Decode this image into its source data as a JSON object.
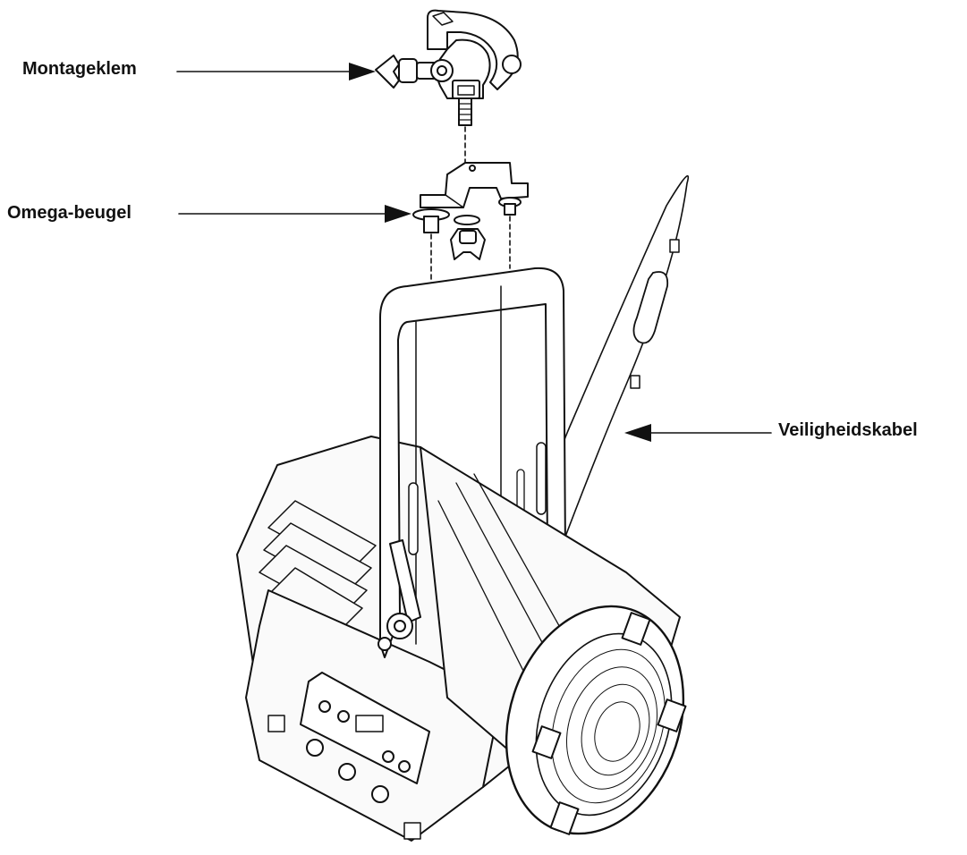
{
  "labels": {
    "mounting_clamp": "Montageklem",
    "omega_bracket": "Omega-beugel",
    "safety_cable": "Veiligheidskabel"
  },
  "colors": {
    "ink": "#111111",
    "background": "#ffffff",
    "fixture_fill": "#fafafa"
  }
}
